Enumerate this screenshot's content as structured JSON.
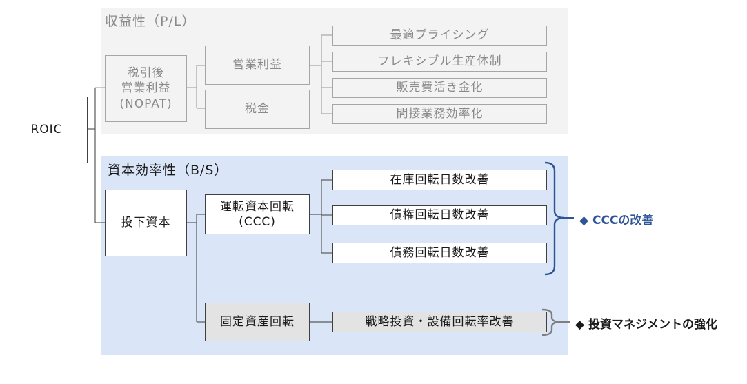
{
  "root": {
    "label": "ROIC"
  },
  "profitability": {
    "title": "収益性（P/L）",
    "nopat": "税引後\n営業利益\n(NOPAT)",
    "operating_profit": "営業利益",
    "tax": "税金",
    "levers": [
      "最適プライシング",
      "フレキシブル生産体制",
      "販売費活き金化",
      "間接業務効率化"
    ]
  },
  "capital_efficiency": {
    "title": "資本効率性（B/S）",
    "invested_capital": "投下資本",
    "working_capital": "運転資本回転\n(CCC)",
    "fixed_assets": "固定資産回転",
    "ccc_levers": [
      "在庫回転日数改善",
      "債権回転日数改善",
      "債務回転日数改善"
    ],
    "fixed_lever": "戦略投資・設備回転率改善"
  },
  "notes": {
    "ccc": "◆ CCCの改善",
    "investment": "◆ 投資マネジメントの強化"
  },
  "colors": {
    "pl_panel": "#f3f3f3",
    "bs_panel": "#dae6f8",
    "ccc_brace": "#2e5597",
    "investment_brace": "#7f7f7f"
  }
}
